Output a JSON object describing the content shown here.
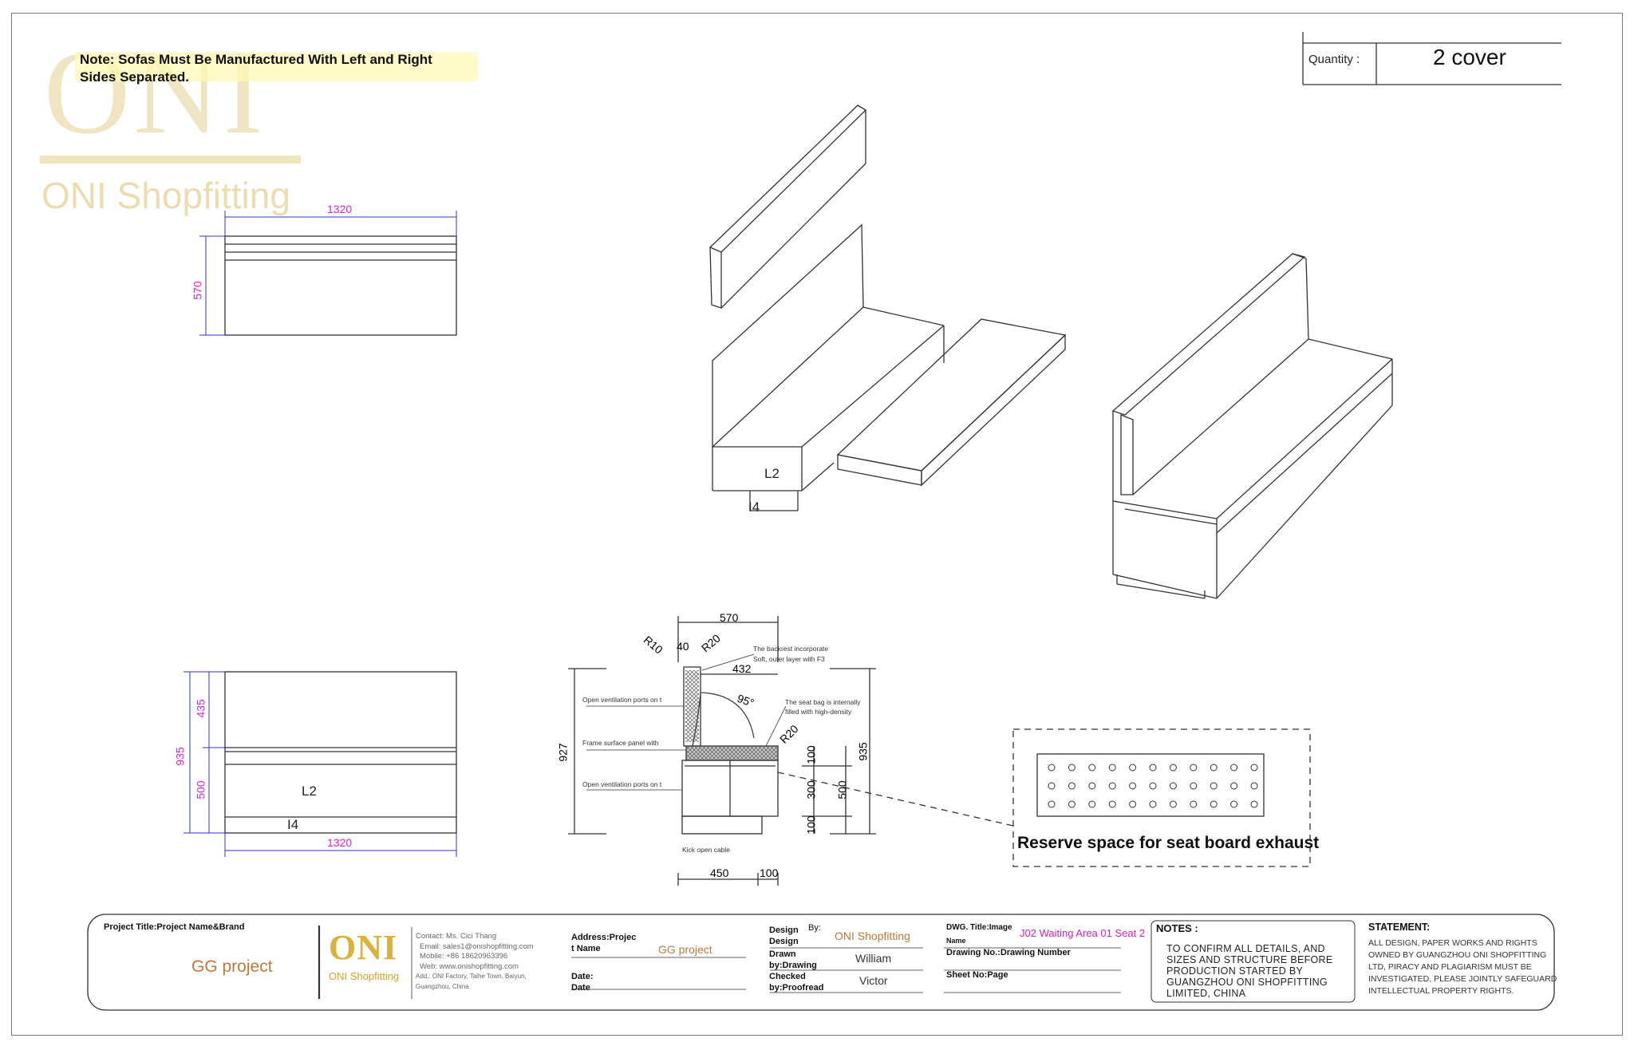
{
  "note": "Note: Sofas Must Be Manufactured With Left and Right Sides Separated.",
  "watermark": {
    "brand": "ONI",
    "name": "ONI Shopfitting"
  },
  "quantity": {
    "label": "Quantity :",
    "value": "2 cover"
  },
  "views": {
    "top_width": "1320",
    "top_depth": "570",
    "iso_label": "L2",
    "iso_code": "I4",
    "front_height": "935",
    "front_upper": "435",
    "front_lower": "500",
    "front_width": "1320",
    "front_label": "L2",
    "front_code": "I4"
  },
  "section": {
    "width_top": "570",
    "r10": "R10",
    "d40": "40",
    "r20a": "R20",
    "d432": "432",
    "angle": "95°",
    "r20b": "R20",
    "h927": "927",
    "h935": "935",
    "h100a": "100",
    "h300": "300",
    "h500": "500",
    "h100b": "100",
    "w450": "450",
    "w100": "100",
    "ann_backrest": "The backrest incorporate",
    "ann_backrest2": "Soft, outer layer with F3",
    "ann_seatbag": "The seat bag is internally",
    "ann_seatbag2": "filled with high-density",
    "ann_vent1": "Open ventilation ports on t",
    "ann_frame": "Frame surface panel with",
    "ann_vent2": "Open ventilation ports on t",
    "ann_kick": "Kick open cable"
  },
  "exhaust_label": "Reserve space for seat board exhaust",
  "title_block": {
    "project_title_label": "Project Title:Project Name&Brand",
    "project_value": "GG project",
    "logo": "ONI",
    "logo_sub": "ONI Shopfitting",
    "contact": [
      "Contact: Ms. Cici Thang",
      "Email: sales1@onishopfitting.com",
      "Mobile: +86 18620963396",
      "Web: www.onishopfitting.com",
      "Add.: ONI Factory, Taihe Town, Baiyun,",
      "Guangzhou, China"
    ],
    "address_label": "Address:Projec",
    "address_label2": "t Name",
    "address_value": "GG project",
    "date_label": "Date:",
    "date_label2": "Date",
    "design_label": "Design",
    "by_label": "By:",
    "design_label2": "Design",
    "design_value": "ONI Shopfitting",
    "drawn_label": "Drawn",
    "drawn_label2": "by:Drawing",
    "drawn_value": "William",
    "checked_label": "Checked",
    "checked_label2": "by:Proofread",
    "checked_value": "Victor",
    "dwg_title_label": "DWG. Title:Image",
    "dwg_title_label2": "Name",
    "dwg_title_value": "J02 Waiting Area 01 Seat 2",
    "drawing_no_label": "Drawing No.:Drawing Number",
    "sheet_no_label": "Sheet No:Page",
    "notes_title": "NOTES :",
    "notes_body": "TO CONFIRM ALL DETAILS, AND SIZES AND STRUCTURE BEFORE PRODUCTION STARTED BY GUANGZHOU ONI SHOPFITTING LIMITED, CHINA",
    "statement_title": "STATEMENT:",
    "statement_body": "ALL DESIGN, PAPER WORKS AND RIGHTS OWNED BY GUANGZHOU ONI SHOPFITTING LTD, PIRACY AND PLAGIARISM MUST BE INVESTIGATED, PLEASE JOINTLY SAFEGUARD INTELLECTUAL PROPERTY RIGHTS."
  }
}
